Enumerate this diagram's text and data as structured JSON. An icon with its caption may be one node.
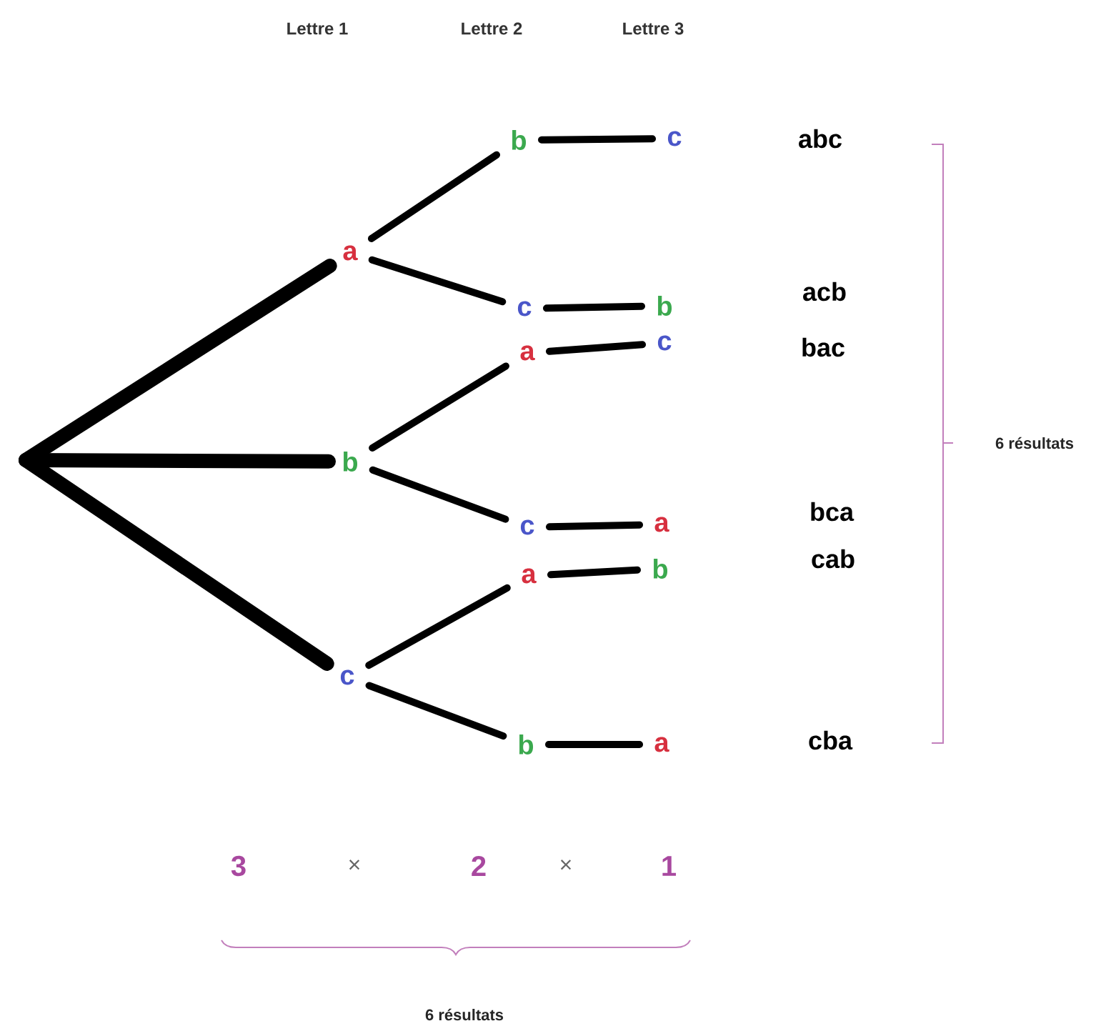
{
  "diagram": {
    "nodes": [
      {
        "text": [
          "a"
        ]
      },
      {
        "text": [
          "b"
        ]
      },
      {
        "text": [
          "c"
        ]
      },
      {
        "text": [
          "b"
        ]
      },
      {
        "text": [
          "c"
        ]
      },
      {
        "text": [
          "a"
        ]
      },
      {
        "text": [
          "c"
        ]
      },
      {
        "text": [
          "a"
        ]
      },
      {
        "text": [
          "b"
        ]
      },
      {
        "text": [
          "c"
        ]
      },
      {
        "text": [
          "b"
        ]
      },
      {
        "text": [
          "c"
        ]
      },
      {
        "text": [
          "a"
        ]
      },
      {
        "text": [
          "b"
        ]
      },
      {
        "text": [
          "a"
        ]
      }
    ],
    "edges": [
      {
        "from": null,
        "to": 0,
        "arrow": "none",
        "style": "thick"
      },
      {
        "from": null,
        "to": 1,
        "arrow": "none",
        "style": "thick"
      },
      {
        "from": null,
        "to": 2,
        "arrow": "none",
        "style": "thick"
      },
      {
        "from": 0,
        "to": 3,
        "arrow": "none"
      },
      {
        "from": 0,
        "to": 4,
        "arrow": "none"
      },
      {
        "from": 1,
        "to": 5,
        "arrow": "none"
      },
      {
        "from": 1,
        "to": 6,
        "arrow": "none"
      },
      {
        "from": 2,
        "to": 7,
        "arrow": "none"
      },
      {
        "from": 2,
        "to": 8,
        "arrow": "none"
      },
      {
        "from": 3,
        "to": 9,
        "arrow": "none"
      },
      {
        "from": 4,
        "to": 10,
        "arrow": "none"
      },
      {
        "from": 5,
        "to": 11,
        "arrow": "none"
      },
      {
        "from": 6,
        "to": 12,
        "arrow": "none"
      },
      {
        "from": 7,
        "to": 13,
        "arrow": "none"
      },
      {
        "from": 8,
        "to": 14,
        "arrow": "none"
      }
    ],
    "labels": [
      "Lettre 1",
      "Lettre 2",
      "Lettre 3",
      "abc",
      "acb",
      "bac",
      "6 résultats",
      "bca",
      "cab",
      "cba",
      "3",
      "×",
      "2",
      "×",
      "1",
      "6 résultats"
    ]
  }
}
